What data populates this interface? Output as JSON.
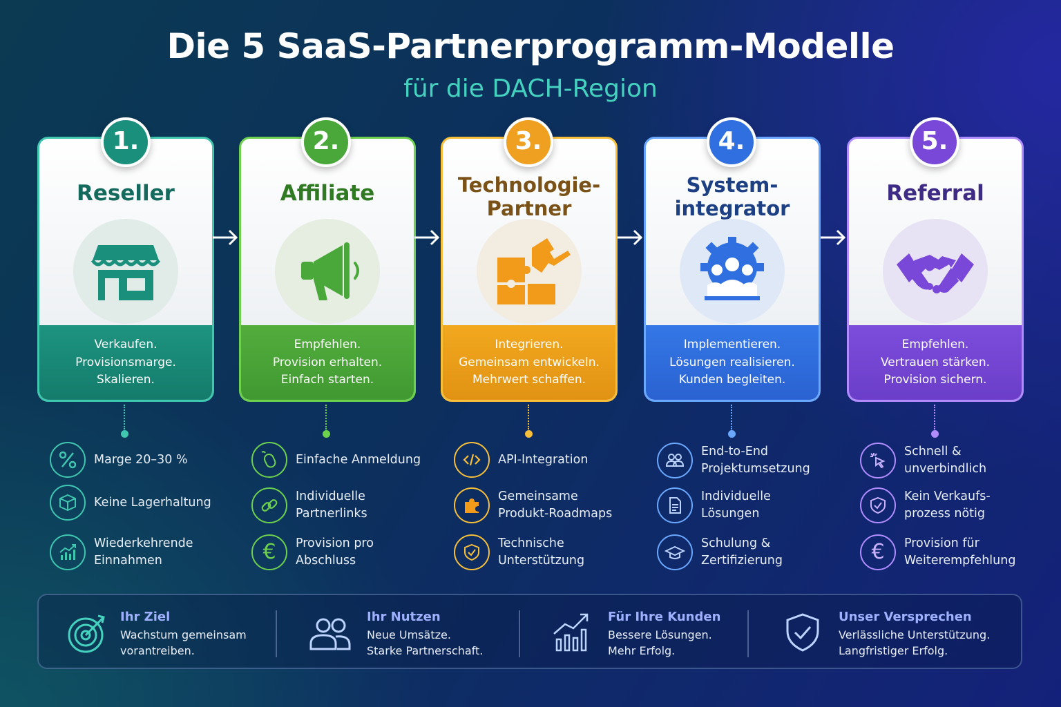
{
  "header": {
    "title": "Die 5 SaaS-Partnerprogramm-Modelle",
    "subtitle": "für die DACH-Region"
  },
  "colors": {
    "teal": "#1a8f7c",
    "green": "#4aa83a",
    "orange": "#f0a020",
    "blue": "#2f6fe0",
    "purple": "#7a48d8"
  },
  "models": [
    {
      "number": "1.",
      "name": "Reseller",
      "icon": "storefront-icon",
      "tagline": "Verkaufen.\nProvisionsmarge.\nSkalieren.",
      "features": [
        {
          "icon": "percent-icon",
          "text": "Marge 20–30 %"
        },
        {
          "icon": "box-icon",
          "text": "Keine Lagerhaltung"
        },
        {
          "icon": "growth-chart-icon",
          "text": "Wiederkehrende\nEinnahmen"
        }
      ]
    },
    {
      "number": "2.",
      "name": "Affiliate",
      "icon": "megaphone-icon",
      "tagline": "Empfehlen.\nProvision erhalten.\nEinfach starten.",
      "features": [
        {
          "icon": "mouse-icon",
          "text": "Einfache Anmeldung"
        },
        {
          "icon": "link-icon",
          "text": "Individuelle\nPartnerlinks"
        },
        {
          "icon": "euro-icon",
          "text": "Provision pro\nAbschluss"
        }
      ]
    },
    {
      "number": "3.",
      "name": "Technologie-\nPartner",
      "icon": "puzzle-icon",
      "tagline": "Integrieren.\nGemeinsam entwickeln.\nMehrwert schaffen.",
      "features": [
        {
          "icon": "code-icon",
          "text": "API-Integration"
        },
        {
          "icon": "puzzle-piece-icon",
          "text": "Gemeinsame\nProdukt-Roadmaps"
        },
        {
          "icon": "shield-check-icon",
          "text": "Technische\nUnterstützung"
        }
      ]
    },
    {
      "number": "4.",
      "name": "System-\nintegrator",
      "icon": "team-gear-icon",
      "tagline": "Implementieren.\nLösungen realisieren.\nKunden begleiten.",
      "features": [
        {
          "icon": "people-icon",
          "text": "End-to-End\nProjektumsetzung"
        },
        {
          "icon": "document-icon",
          "text": "Individuelle\nLösungen"
        },
        {
          "icon": "graduation-cap-icon",
          "text": "Schulung &\nZertifizierung"
        }
      ]
    },
    {
      "number": "5.",
      "name": "Referral",
      "icon": "handshake-icon",
      "tagline": "Empfehlen.\nVertrauen stärken.\nProvision sichern.",
      "features": [
        {
          "icon": "cursor-click-icon",
          "text": "Schnell &\nunverbindlich"
        },
        {
          "icon": "shield-check-icon",
          "text": "Kein Verkaufs-\nprozess nötig"
        },
        {
          "icon": "euro-icon",
          "text": "Provision für\nWeiterempfehlung"
        }
      ]
    }
  ],
  "footer": [
    {
      "icon": "target-icon",
      "heading": "Ihr Ziel",
      "text": "Wachstum gemeinsam\nvorantreiben."
    },
    {
      "icon": "people-icon",
      "heading": "Ihr Nutzen",
      "text": "Neue Umsätze.\nStarke Partnerschaft."
    },
    {
      "icon": "growth-chart-icon",
      "heading": "Für Ihre Kunden",
      "text": "Bessere Lösungen.\nMehr Erfolg."
    },
    {
      "icon": "shield-check-icon",
      "heading": "Unser Versprechen",
      "text": "Verlässliche Unterstützung.\nLangfristiger Erfolg."
    }
  ]
}
